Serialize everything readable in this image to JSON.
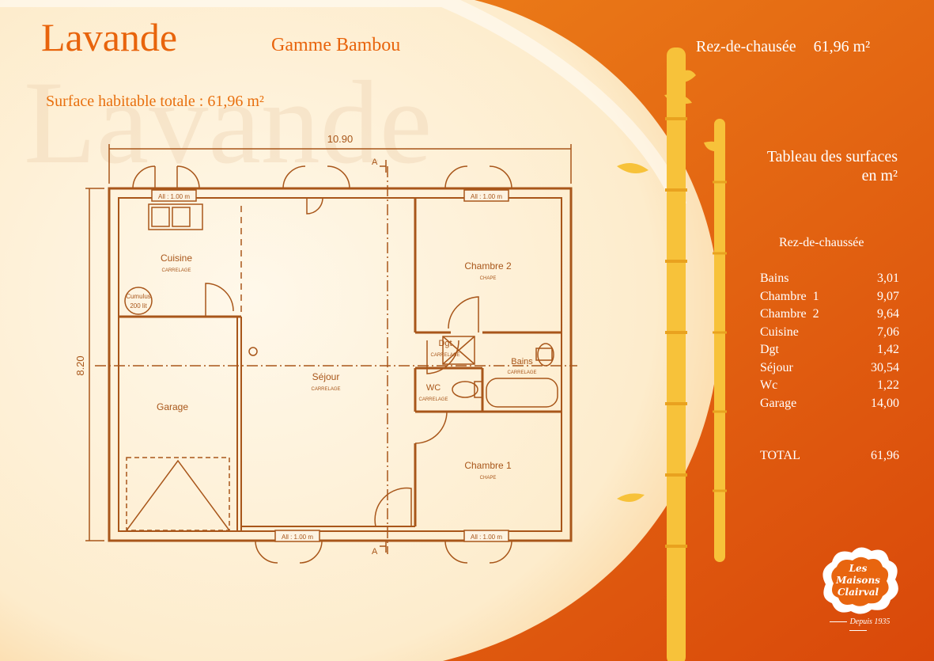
{
  "header": {
    "title": "Lavande",
    "watermark": "Lavande",
    "gamme": "Gamme Bambou",
    "surface_totale": "Surface habitable totale : 61,96 m²",
    "level_label": "Rez-de-chausée",
    "level_area": "61,96 m²"
  },
  "plan": {
    "width_dim": "10.90",
    "height_dim": "8.20",
    "section_mark": "A",
    "allege": "All : 1.00 m",
    "rooms": {
      "cuisine": "Cuisine",
      "sejour": "Séjour",
      "garage": "Garage",
      "chambre2": "Chambre 2",
      "chambre1": "Chambre 1",
      "dgt": "Dgt",
      "bains": "Bains",
      "wc": "WC"
    },
    "floor_carrelage": "CARRELAGE",
    "floor_chape": "CHAPE",
    "cumulus_1": "Cumulus",
    "cumulus_2": "200 lit"
  },
  "surfaces": {
    "title_line1": "Tableau des surfaces",
    "title_line2": "en m²",
    "subtitle": "Rez-de-chaussée",
    "rows": [
      {
        "name": "Bains",
        "value": "3,01"
      },
      {
        "name": "Chambre  1",
        "value": "9,07"
      },
      {
        "name": "Chambre  2",
        "value": "9,64"
      },
      {
        "name": "Cuisine",
        "value": "7,06"
      },
      {
        "name": "Dgt",
        "value": "1,42"
      },
      {
        "name": "Séjour",
        "value": "30,54"
      },
      {
        "name": "Wc",
        "value": "1,22"
      },
      {
        "name": "Garage",
        "value": "14,00"
      }
    ],
    "total_label": "TOTAL",
    "total_value": "61,96"
  },
  "logo": {
    "text": "Les Maisons Clairval",
    "tagline": "Depuis 1935"
  },
  "colors": {
    "accent": "#e8650f",
    "cream": "#fdf3e2",
    "plan": "#a8561a"
  }
}
